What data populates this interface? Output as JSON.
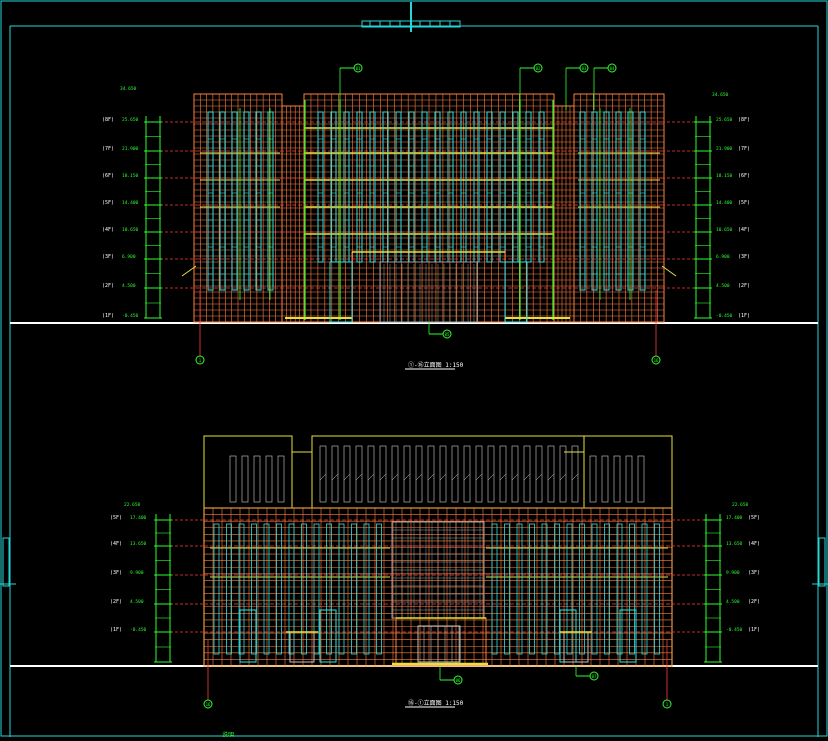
{
  "drawing": {
    "top_elevation": {
      "title": "①-⑯立面图 1:150",
      "axis_left": "1",
      "axis_right": "16",
      "levels_left": [
        {
          "floor": "(8F)",
          "elev": "25.650"
        },
        {
          "floor": "(7F)",
          "elev": "21.900"
        },
        {
          "floor": "(6F)",
          "elev": "18.150"
        },
        {
          "floor": "(5F)",
          "elev": "14.400"
        },
        {
          "floor": "(4F)",
          "elev": "10.650"
        },
        {
          "floor": "(3F)",
          "elev": "6.900"
        },
        {
          "floor": "(2F)",
          "elev": "4.500"
        },
        {
          "floor": "(1F)",
          "elev": "-0.450"
        }
      ],
      "levels_right": [
        {
          "floor": "(8F)",
          "elev": "25.650"
        },
        {
          "floor": "(7F)",
          "elev": "21.900"
        },
        {
          "floor": "(6F)",
          "elev": "18.150"
        },
        {
          "floor": "(5F)",
          "elev": "14.400"
        },
        {
          "floor": "(4F)",
          "elev": "10.650"
        },
        {
          "floor": "(3F)",
          "elev": "6.900"
        },
        {
          "floor": "(2F)",
          "elev": "4.500"
        },
        {
          "floor": "(1F)",
          "elev": "-0.450"
        }
      ],
      "top_elev": "34.650",
      "callouts": [
        "01",
        "02",
        "03",
        "04"
      ],
      "entry_callout": "05"
    },
    "bottom_elevation": {
      "title": "⑯-①立面图 1:150",
      "axis_left": "16",
      "axis_right": "1",
      "levels_left": [
        {
          "floor": "(5F)",
          "elev": "17.400"
        },
        {
          "floor": "(4F)",
          "elev": "13.650"
        },
        {
          "floor": "(3F)",
          "elev": "9.900"
        },
        {
          "floor": "(2F)",
          "elev": "4.500"
        },
        {
          "floor": "(1F)",
          "elev": "-0.450"
        }
      ],
      "levels_right": [
        {
          "floor": "(5F)",
          "elev": "17.400"
        },
        {
          "floor": "(4F)",
          "elev": "13.650"
        },
        {
          "floor": "(3F)",
          "elev": "9.900"
        },
        {
          "floor": "(2F)",
          "elev": "4.500"
        },
        {
          "floor": "(1F)",
          "elev": "-0.450"
        }
      ],
      "top_elev": "22.650",
      "entry_callouts": [
        "06",
        "07"
      ]
    },
    "footer_note": "说明"
  },
  "colors": {
    "frame": "#27d6d6",
    "grid": "#ff7f3f",
    "window": "#2fe0e0",
    "floor": "#ff3b3b",
    "dim": "#2cff2c",
    "band": "#e8e03a",
    "glass": "#9aa0a0"
  }
}
